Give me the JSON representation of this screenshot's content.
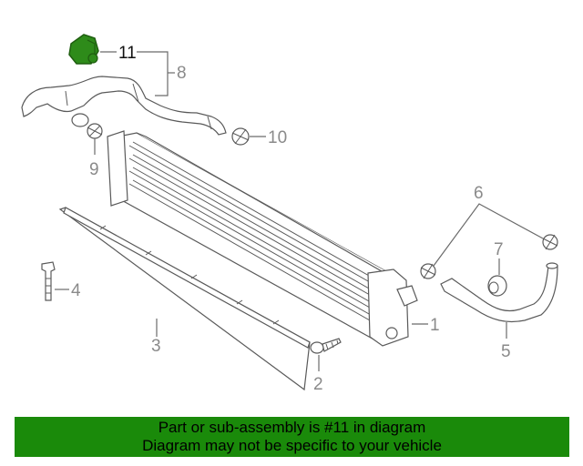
{
  "callouts": {
    "c1": "1",
    "c2": "2",
    "c3": "3",
    "c4": "4",
    "c5": "5",
    "c6": "6",
    "c7": "7",
    "c8": "8",
    "c9": "9",
    "c10": "10",
    "c11": "11"
  },
  "highlight_color": "#2e8b1a",
  "banner": {
    "line1": "Part or sub-assembly is #11 in diagram",
    "line2": "Diagram may not be specific to your vehicle",
    "background": "#1a8a0a"
  }
}
